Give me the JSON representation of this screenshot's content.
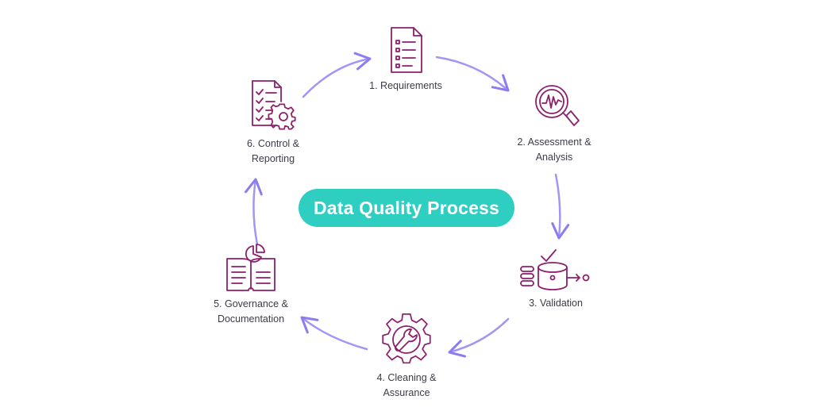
{
  "title": "Data Quality Process",
  "colors": {
    "accent": "#2ecfc0",
    "icon": "#8e1f6d",
    "arrow": "#8b7cf2",
    "text": "#3b3b4a"
  },
  "steps": [
    {
      "label": "1. Requirements",
      "icon": "document-list-icon"
    },
    {
      "label": "2. Assessment &\nAnalysis",
      "icon": "magnifier-chart-icon"
    },
    {
      "label": "3. Validation",
      "icon": "database-check-icon"
    },
    {
      "label": "4. Cleaning &\nAssurance",
      "icon": "gear-wrench-icon"
    },
    {
      "label": "5. Governance &\nDocumentation",
      "icon": "book-chart-icon"
    },
    {
      "label": "6. Control &\nReporting",
      "icon": "checklist-gear-icon"
    }
  ]
}
